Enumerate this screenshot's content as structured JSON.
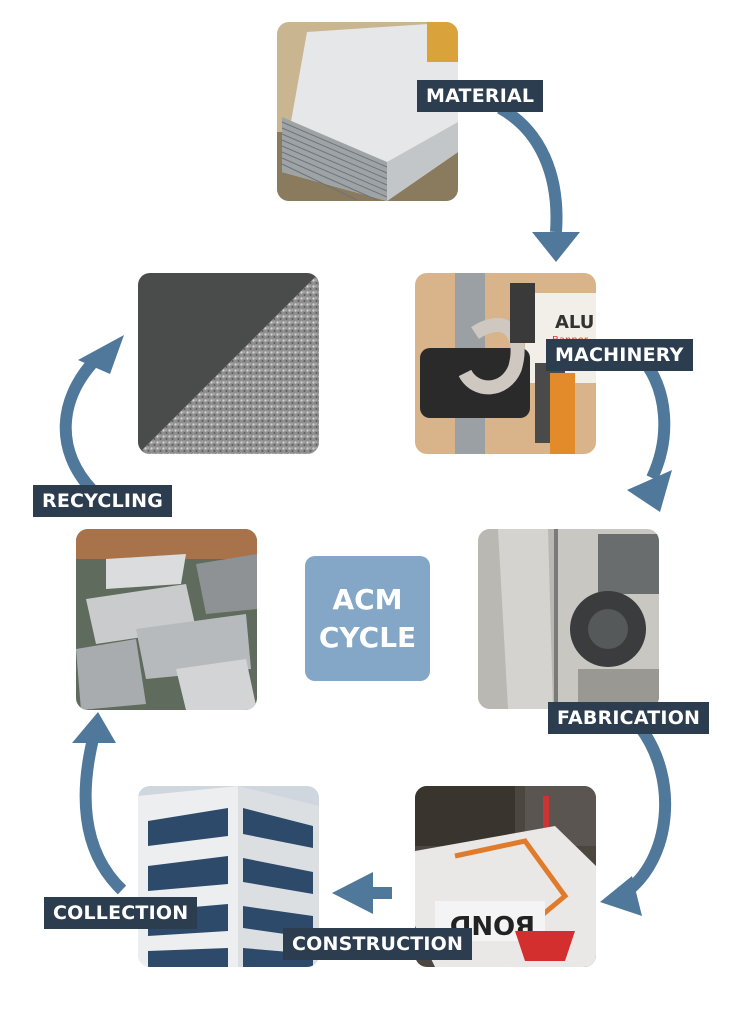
{
  "center": {
    "line1": "ACM",
    "line2": "CYCLE"
  },
  "stages": {
    "material": "MATERIAL",
    "machinery": "MACHINERY",
    "fabrication": "FABRICATION",
    "construction": "CONSTRUCTION",
    "collection": "COLLECTION",
    "recycling": "RECYCLING"
  },
  "colors": {
    "arrow": "#50789a",
    "label_bg": "#2c3d4f",
    "center_bg": "#84a6c7"
  }
}
